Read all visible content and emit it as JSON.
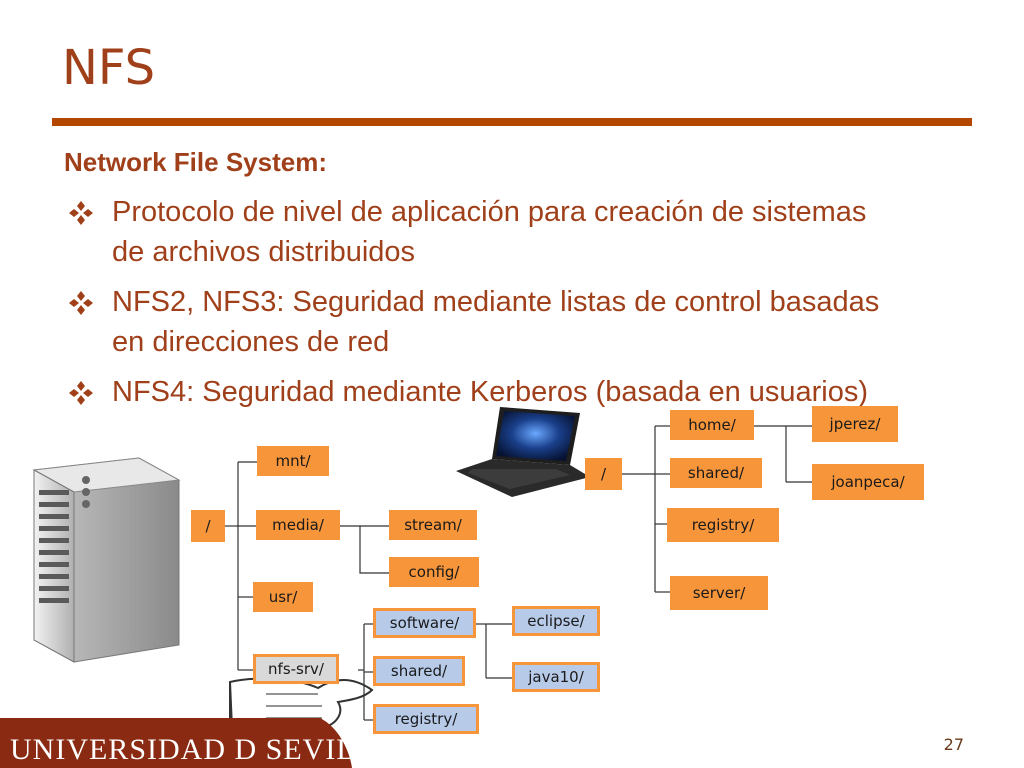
{
  "slide": {
    "title": "NFS",
    "subtitle": "Network File System:",
    "bullets": [
      "Protocolo de nivel de aplicación para creación de sistemas de archivos distribuidos",
      "NFS2, NFS3: Seguridad mediante listas de control basadas en direcciones de red",
      "NFS4: Seguridad mediante Kerberos (basada en usuarios)"
    ],
    "footer": "UNIVERSIDAD D SEVILLA",
    "page_number": "27"
  },
  "server_tree": {
    "root": "/",
    "mnt": "mnt/",
    "media": "media/",
    "stream": "stream/",
    "config": "config/",
    "usr": "usr/",
    "nfs_srv": "nfs-srv/",
    "software": "software/",
    "eclipse": "eclipse/",
    "java10": "java10/",
    "shared": "shared/",
    "registry": "registry/"
  },
  "client_tree": {
    "root": "/",
    "home": "home/",
    "jperez": "jperez/",
    "joanpeca": "joanpeca/",
    "shared": "shared/",
    "registry": "registry/",
    "server": "server/"
  },
  "colors": {
    "accent": "#a0401a",
    "rule": "#b34700",
    "box_orange": "#f7953a",
    "box_blue": "#b7cbe9",
    "footer": "#8b2a12"
  }
}
